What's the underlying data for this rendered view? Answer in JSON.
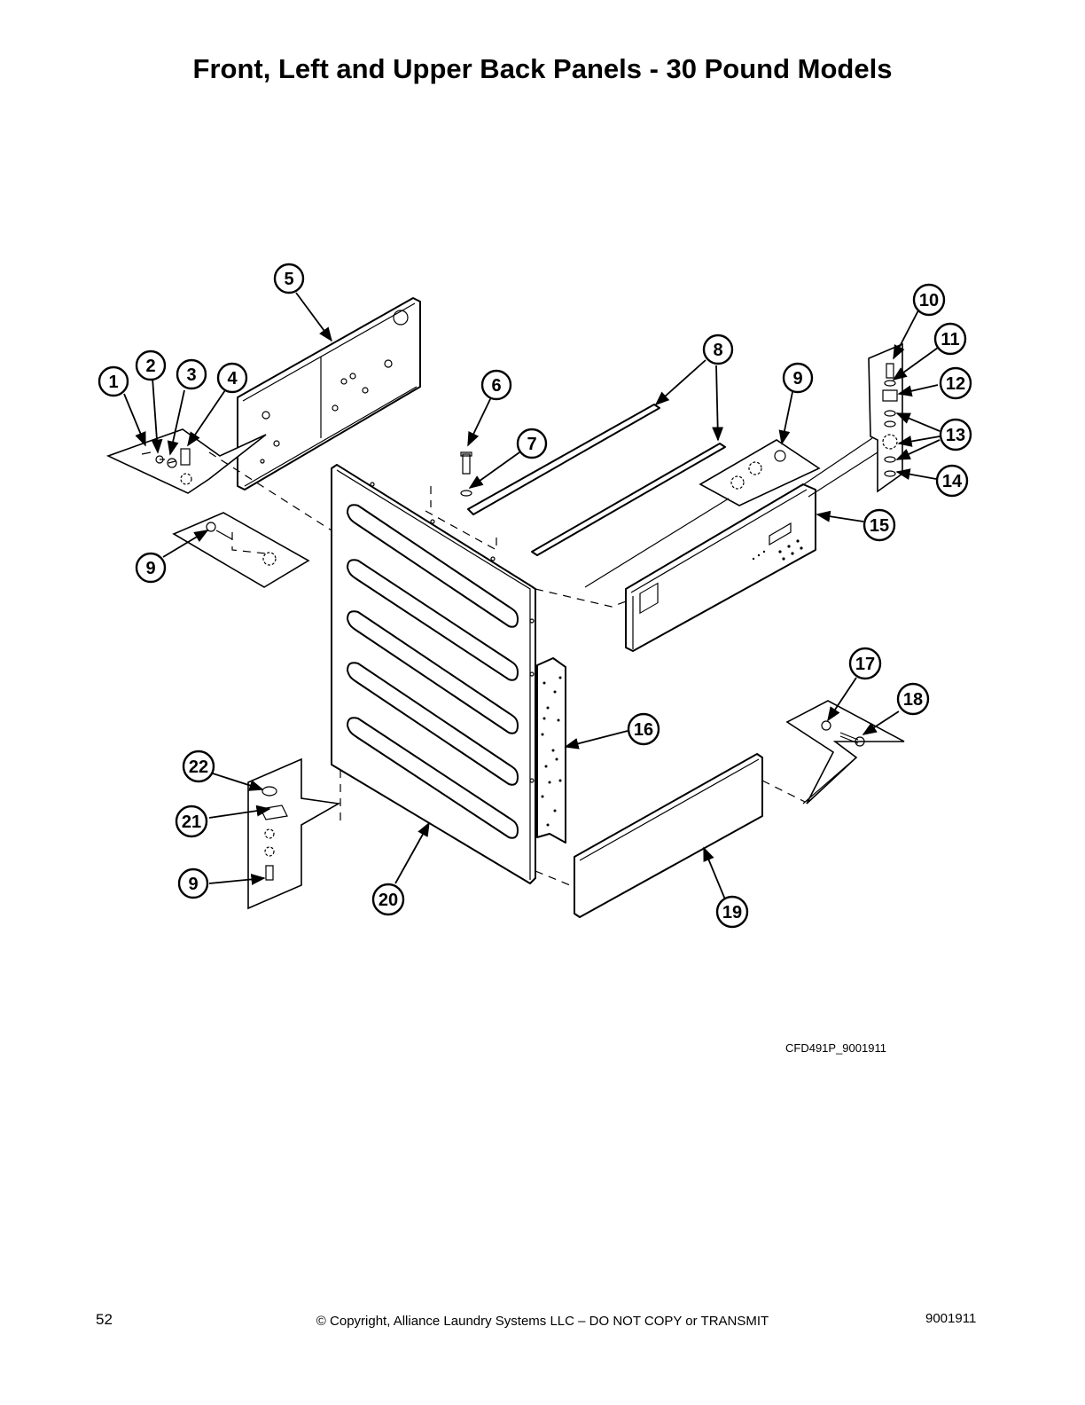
{
  "page": {
    "title": "Front, Left and Upper Back Panels - 30 Pound Models",
    "drawing_id": "CFD491P_9001911",
    "page_number": "52",
    "copyright": "© Copyright, Alliance Laundry Systems LLC – DO NOT COPY or TRANSMIT",
    "document_number": "9001911"
  },
  "callouts": {
    "c1": "1",
    "c2": "2",
    "c3": "3",
    "c4": "4",
    "c5": "5",
    "c6": "6",
    "c7": "7",
    "c8": "8",
    "c9a": "9",
    "c9b": "9",
    "c9c": "9",
    "c10": "10",
    "c11": "11",
    "c12": "12",
    "c13": "13",
    "c14": "14",
    "c15": "15",
    "c16": "16",
    "c17": "17",
    "c18": "18",
    "c19": "19",
    "c20": "20",
    "c21": "21",
    "c22": "22"
  }
}
